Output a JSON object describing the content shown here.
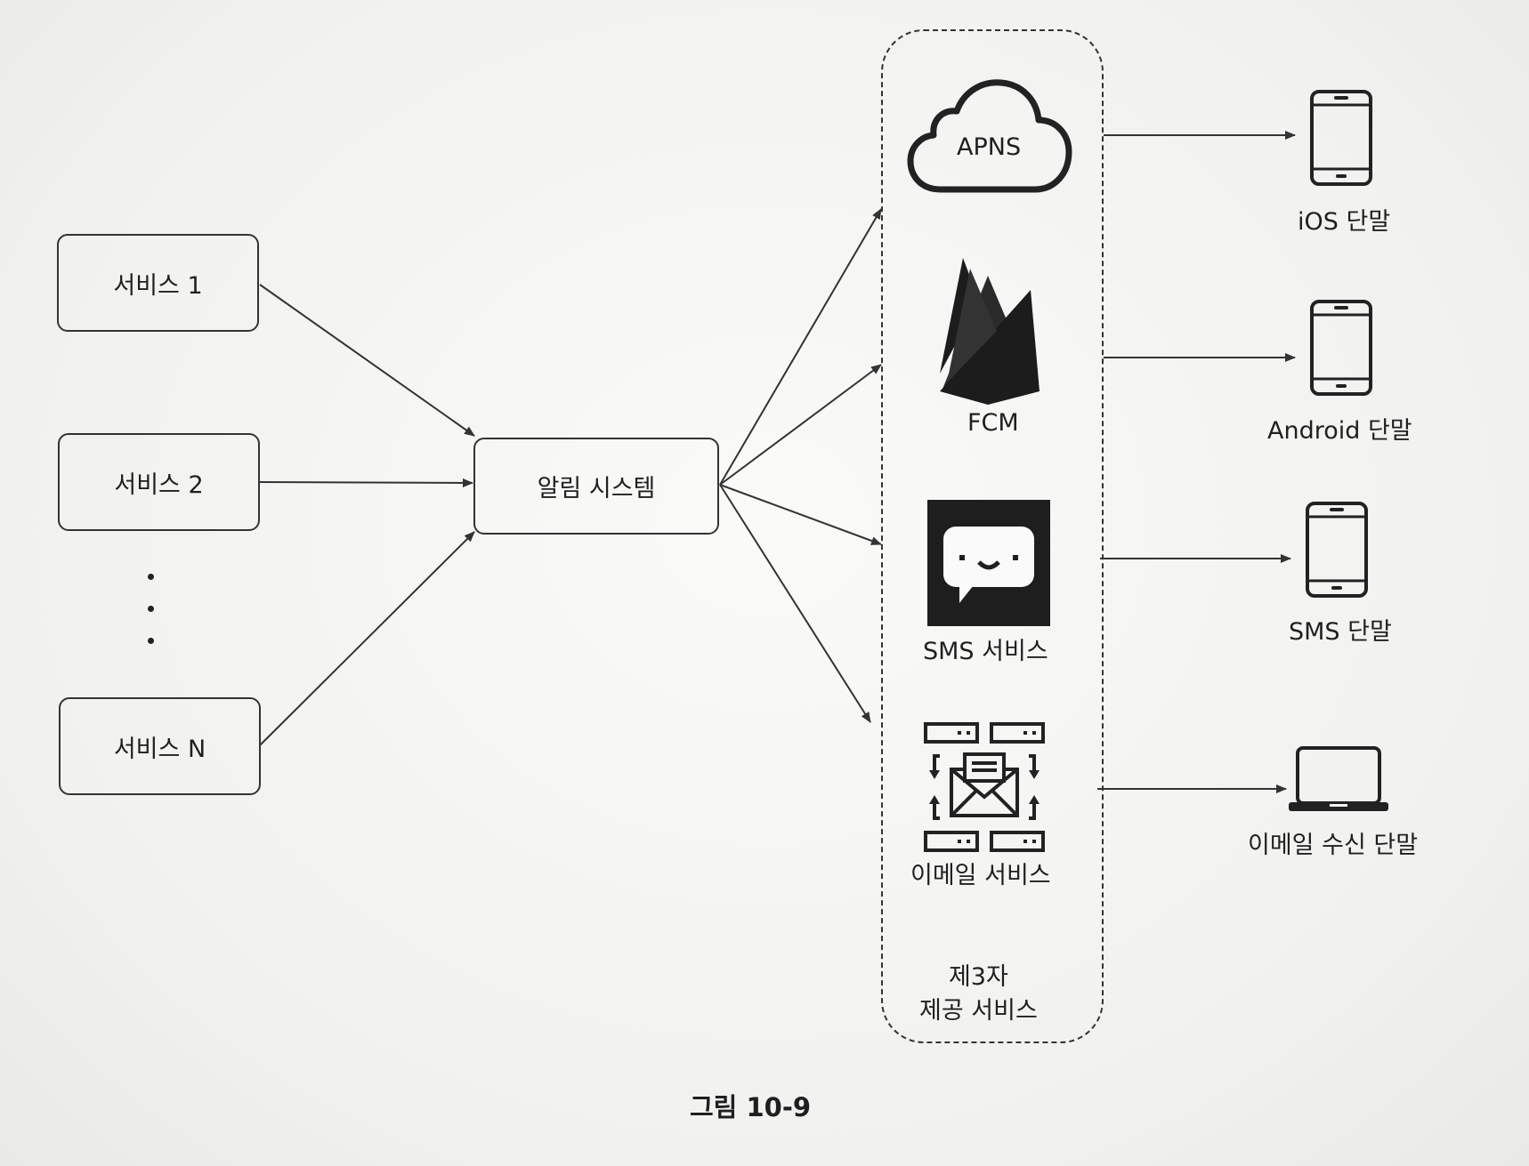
{
  "services": {
    "svc1": "서비스 1",
    "svc2": "서비스 2",
    "svcN": "서비스 N"
  },
  "notification_system": "알림 시스템",
  "third_party": {
    "line1": "제3자",
    "line2": "제공 서비스",
    "apns": "APNS",
    "fcm": "FCM",
    "sms": "SMS 서비스",
    "email": "이메일 서비스"
  },
  "devices": {
    "ios": "iOS 단말",
    "android": "Android 단말",
    "sms": "SMS 단말",
    "email": "이메일 수신 단말"
  },
  "caption": "그림 10-9"
}
